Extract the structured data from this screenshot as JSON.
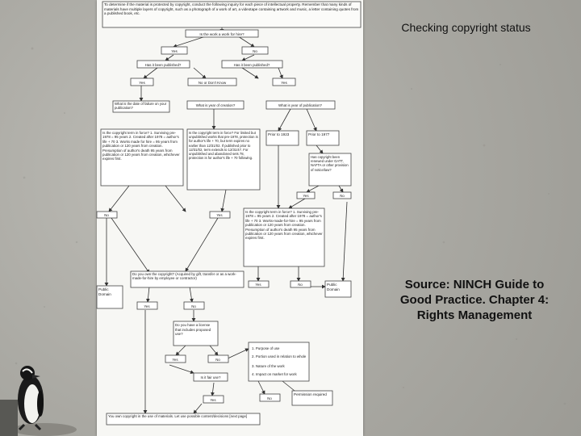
{
  "slide": {
    "title": "Checking copyright status",
    "source_lines": [
      "Source: NINCH Guide to",
      "Good Practice.  Chapter 4:",
      "Rights Management"
    ]
  },
  "flowchart": {
    "intro": "To determine if the material is protected by copyright, conduct the following inquiry for each piece of intellectual property. Remember that many kinds of materials have multiple layers of copyright, such as a photograph of a work of art, a videotape containing artwork and music, a letter containing quotes from a published book, etc.",
    "q_works_for_hire": "Is the work a work for hire?",
    "yes": "Yes",
    "no": "No",
    "no_dont_know": "No or Don't Know",
    "q_been_published": "Has it been published?",
    "q_date_of_creation": "What is the date of failure on your publication?",
    "q_year_of_creation": "What is year of creation?",
    "q_year_of_publication": "What is year of publication?",
    "pre_1923": "Prior to 1923",
    "post_1923": "Prior to 1977",
    "copyright_term_left": "Is the copyright term in force? 1. Surviving pre-1978 = 95 years 2. Created after 1978 = author's life + 70 3. Works made for hire = 95 years from publication or 120 years from creation. Presumption of author's death 95 years from publication or 120 years from creation, whichever expires first.",
    "copyright_term_mid": "Is the copyright term in force? For limited but unpublished works that pre-1978, protection is for author's life + 70, but term expires no earlier than 12/31/02. If published prior to 12/31/02, term extends to 12/31/47. For unpublished and abandoned sets 78, protection is for author's life + 70 following.",
    "q_notice": "Has copyright been renewed under GATT, NAFTA or other provision of notice/law?",
    "copyright_term_right": "Is the copyright term in force? 1. Surviving pre-1978 = 95 years 2. Created after 1978 = author's life + 70 3. Works-made-for-hire = 95 years from publication or 120 years from creation. Presumption of author's death 95 years from publication or 120 years from creation, whichever expires first.",
    "public_domain": "Public Domain",
    "q_own_copyright": "Do you own the copyright? (Acquired by gift, transfer or as a work-made-for-hire by employee or contractor)",
    "q_license": "Do you have a license that includes proposed use?",
    "fair_use_factors": [
      "1. Purpose of use",
      "2. Portion used in relation to whole",
      "3. Nature of the work",
      "4. Impact on market for work"
    ],
    "q_fair_use": "Is it fair use?",
    "permission": "Permission required",
    "final_note": "You own copyright in the use of materials. Let use possible content/decisions [next page]"
  }
}
